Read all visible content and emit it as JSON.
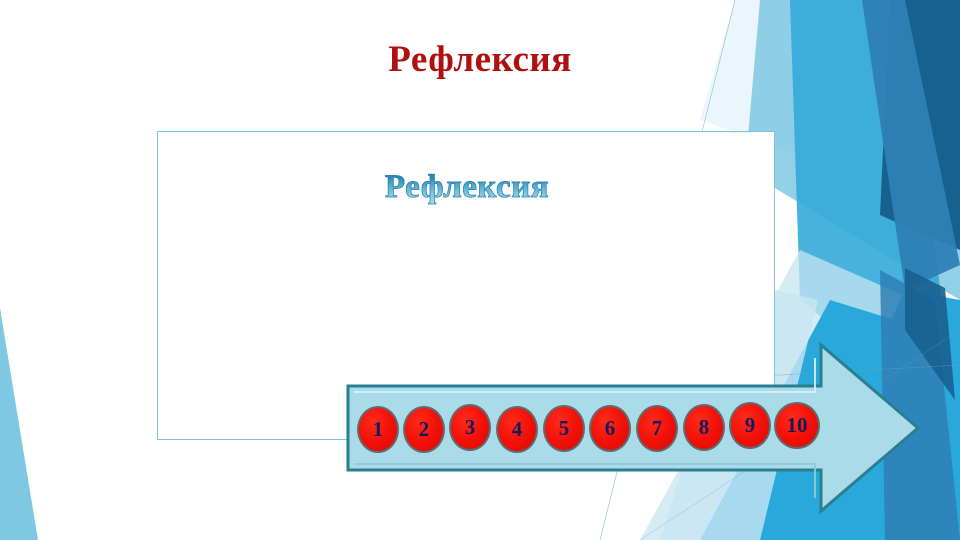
{
  "slide": {
    "title": "Рефлексия",
    "title_color": "#b01010",
    "background_color": "#ffffff"
  },
  "content_box": {
    "border_color": "#79c7dd",
    "background_color": "#ffffff",
    "inner_title": "Рефлексия",
    "inner_title_gradient_top": "#1f6d96",
    "inner_title_gradient_bottom": "#b9e4f2"
  },
  "arrow": {
    "name": "right-arrow-shape",
    "fill_color": "#aadbe8",
    "border_color": "#2a7f8f",
    "direction": "right"
  },
  "scale": {
    "label": "rating-scale-1-to-10",
    "circle_fill": "#f21008",
    "circle_border": "#5f6b70",
    "number_color": "#141a5c",
    "items": [
      {
        "value": "1"
      },
      {
        "value": "2"
      },
      {
        "value": "3"
      },
      {
        "value": "4"
      },
      {
        "value": "5"
      },
      {
        "value": "6"
      },
      {
        "value": "7"
      },
      {
        "value": "8"
      },
      {
        "value": "9"
      },
      {
        "value": "10"
      }
    ]
  },
  "decor": {
    "palette": {
      "pale": "#eaf6fb",
      "light": "#c7e6f2",
      "sky": "#7ec8e3",
      "mid": "#34aada",
      "bright": "#29a8dc",
      "deep": "#2e7fb5",
      "dark": "#1f6d9e",
      "darkest": "#17618f"
    }
  }
}
